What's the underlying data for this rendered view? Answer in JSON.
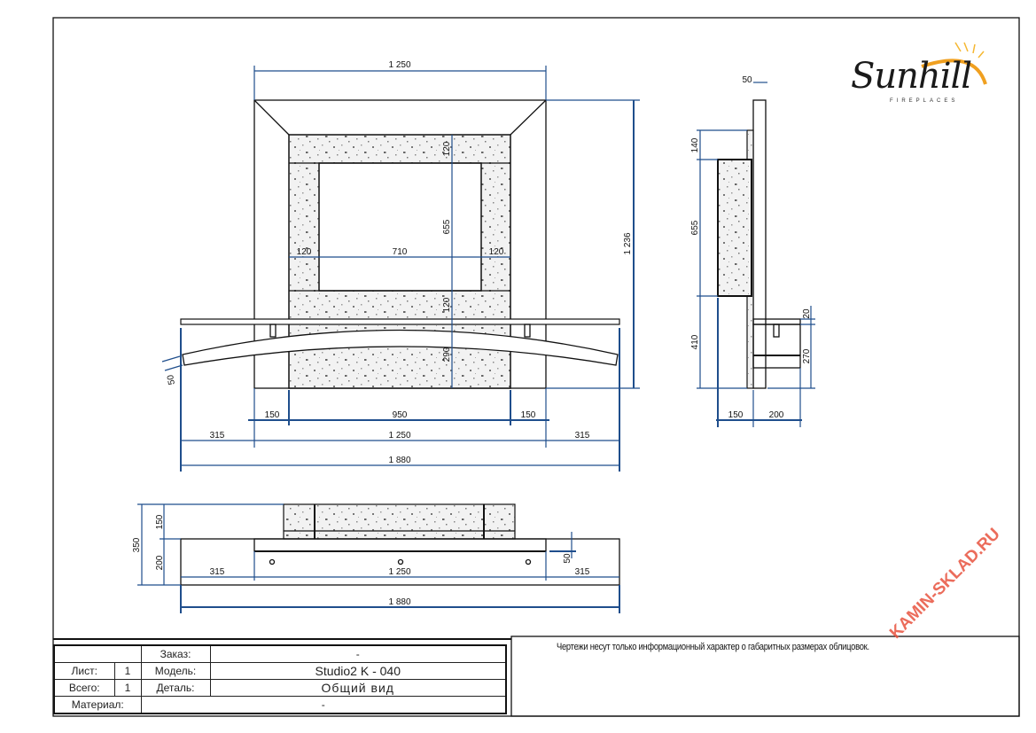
{
  "logo": {
    "brand": "Sunhill",
    "subtitle": "FIREPLACES"
  },
  "watermark": "KAMIN-SKLAD.RU",
  "note": "Чертежи несут только информационный характер о габаритных размерах облицовок.",
  "title_block": {
    "order_label": "Заказ:",
    "order_value": "-",
    "sheet_label": "Лист:",
    "sheet_value": "1",
    "model_label": "Модель:",
    "model_value": "Studio2 K - 040",
    "total_label": "Всего:",
    "total_value": "1",
    "detail_label": "Деталь:",
    "detail_value": "Общий вид",
    "material_label": "Материал:",
    "material_value": "-"
  },
  "front_view": {
    "top_width": "1 250",
    "total_height": "1 236",
    "top_band": "120",
    "opening_height": "655",
    "lower_band": "120",
    "bottom_height": "290",
    "side_left": "120",
    "opening_width": "710",
    "side_right": "120",
    "beam_thickness": "50",
    "row1": [
      "150",
      "950",
      "150"
    ],
    "row2": [
      "315",
      "1 250",
      "315"
    ],
    "overall": "1 880"
  },
  "side_view": {
    "panel": "50",
    "top": "140",
    "stone": "655",
    "lower": "410",
    "shelf": "20",
    "box": "270",
    "depth_stone": "150",
    "depth_box": "200"
  },
  "plan_view": {
    "total": "350",
    "top": "150",
    "base": "200",
    "offset": "50",
    "row": [
      "315",
      "1 250",
      "315"
    ],
    "overall": "1 880"
  }
}
